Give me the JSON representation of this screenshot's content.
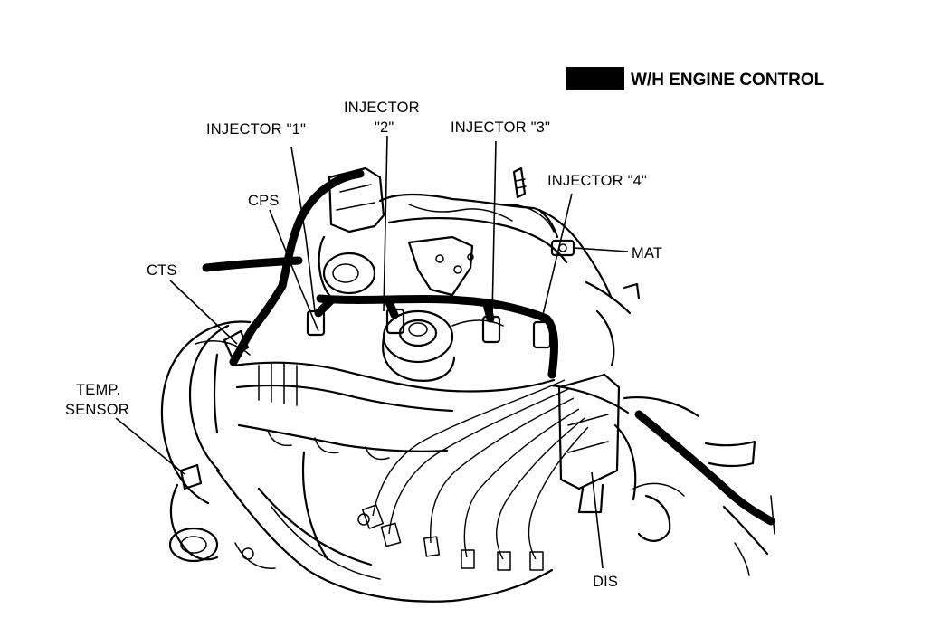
{
  "legend": {
    "swatch_color": "#000000",
    "label": "W/H ENGINE CONTROL"
  },
  "labels": {
    "injector1": "INJECTOR \"1\"",
    "injector2_line1": "INJECTOR",
    "injector2_line2": "\"2\"",
    "injector3": "INJECTOR \"3\"",
    "injector4": "INJECTOR \"4\"",
    "cps": "CPS",
    "cts": "CTS",
    "temp_sensor_line1": "TEMP.",
    "temp_sensor_line2": "SENSOR",
    "mat": "MAT",
    "dis": "DIS"
  }
}
